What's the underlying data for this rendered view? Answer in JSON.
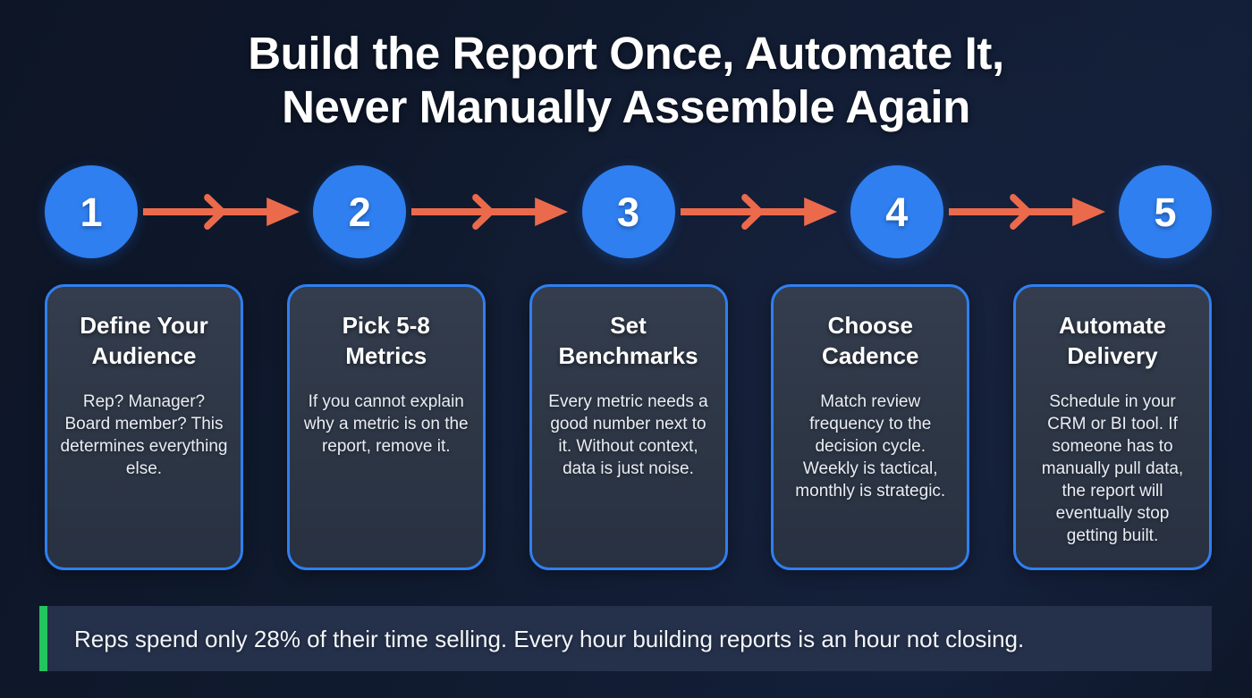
{
  "title": {
    "line1": "Build the Report Once, Automate It,",
    "line2": "Never Manually Assemble Again"
  },
  "colors": {
    "background": "#0d1526",
    "circle": "#2f7ff0",
    "arrow": "#ec6a4c",
    "card_border": "#2f7ff0",
    "card_background": "#2e3746",
    "callout_background": "#25314b",
    "callout_accent": "#23c55e",
    "text_primary": "#ffffff",
    "text_secondary": "#e9edf4"
  },
  "steps": [
    {
      "number": "1",
      "title": "Define Your Audience",
      "body": "Rep? Manager? Board member? This determines everything else."
    },
    {
      "number": "2",
      "title": "Pick 5-8 Metrics",
      "body": "If you cannot explain why a metric is on the report, remove it."
    },
    {
      "number": "3",
      "title": "Set Benchmarks",
      "body": "Every metric needs a good number next to it. Without context, data is just noise."
    },
    {
      "number": "4",
      "title": "Choose Cadence",
      "body": "Match review frequency to the decision cycle. Weekly is tactical, monthly is strategic."
    },
    {
      "number": "5",
      "title": "Automate Delivery",
      "body": "Schedule in your CRM or BI tool. If someone has to manually pull data, the report will eventually stop getting built."
    }
  ],
  "arrows": [
    {
      "icon": "arrow-right-icon"
    },
    {
      "icon": "arrow-right-icon"
    },
    {
      "icon": "arrow-right-icon"
    },
    {
      "icon": "arrow-right-icon"
    }
  ],
  "callout": {
    "text": "Reps spend only 28% of their time selling. Every hour building reports is an hour not closing."
  }
}
